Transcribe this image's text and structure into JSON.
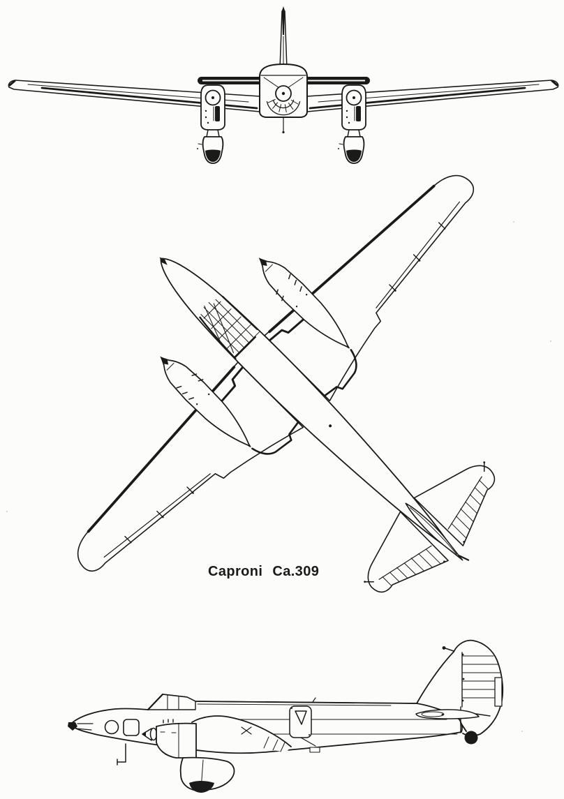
{
  "caption": {
    "manufacturer": "Caproni",
    "model": "Ca.309"
  },
  "colors": {
    "ink": "#1a1a1a",
    "paper": "#fcfcfb"
  },
  "views": {
    "front": "Front view drawing",
    "plan": "Plan view drawing rotated 45 degrees",
    "side": "Side profile view drawing"
  }
}
